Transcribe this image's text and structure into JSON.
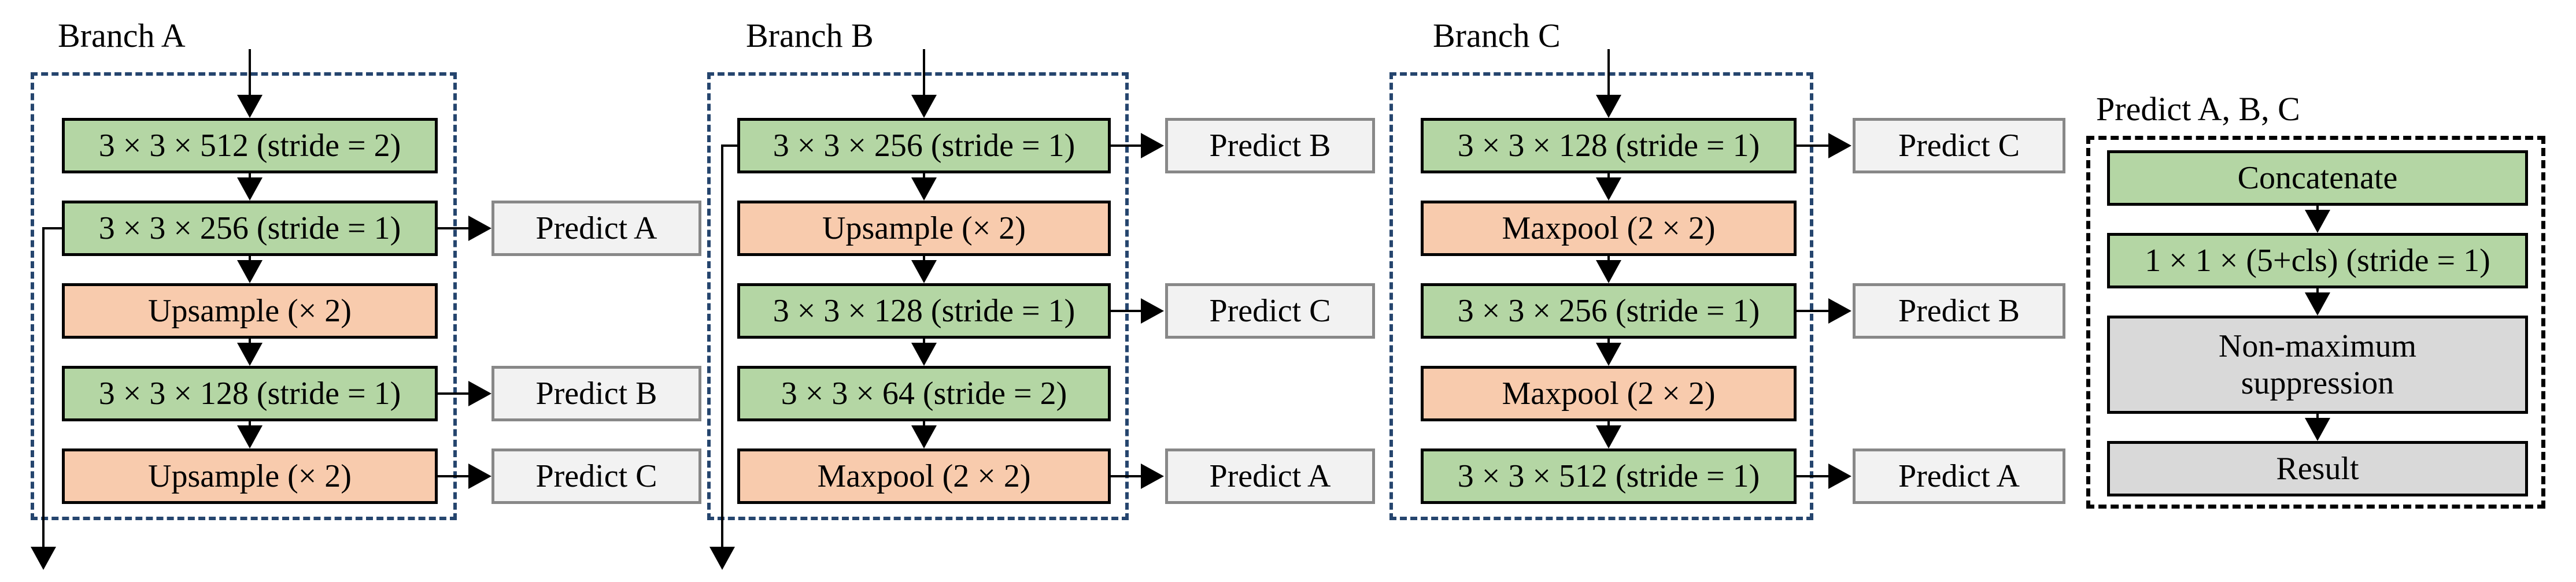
{
  "figure": {
    "branches": [
      {
        "title": "Branch A",
        "rows": [
          {
            "label": "3 × 3 × 512 (stride = 2)",
            "type": "conv"
          },
          {
            "label": "3 × 3 × 256 (stride = 1)",
            "type": "conv"
          },
          {
            "label": "Upsample (× 2)",
            "type": "upsample"
          },
          {
            "label": "3 × 3 × 128 (stride = 1)",
            "type": "conv"
          },
          {
            "label": "Upsample (× 2)",
            "type": "upsample"
          }
        ],
        "predicts": [
          {
            "label": "Predict A"
          },
          {
            "label": "Predict B"
          },
          {
            "label": "Predict C"
          }
        ]
      },
      {
        "title": "Branch B",
        "rows": [
          {
            "label": "3 × 3 × 256 (stride = 1)",
            "type": "conv"
          },
          {
            "label": "Upsample (× 2)",
            "type": "upsample"
          },
          {
            "label": "3 × 3 × 128 (stride = 1)",
            "type": "conv"
          },
          {
            "label": "3 × 3 × 64 (stride = 2)",
            "type": "conv"
          },
          {
            "label": "Maxpool (2 × 2)",
            "type": "maxpool"
          }
        ],
        "predicts": [
          {
            "label": "Predict B"
          },
          {
            "label": "Predict C"
          },
          {
            "label": "Predict A"
          }
        ]
      },
      {
        "title": "Branch C",
        "rows": [
          {
            "label": "3 × 3 × 128 (stride = 1)",
            "type": "conv"
          },
          {
            "label": "Maxpool (2 × 2)",
            "type": "maxpool"
          },
          {
            "label": "3 × 3 × 256 (stride = 1)",
            "type": "conv"
          },
          {
            "label": "Maxpool (2 × 2)",
            "type": "maxpool"
          },
          {
            "label": "3 × 3 × 512 (stride = 1)",
            "type": "conv"
          }
        ],
        "predicts": [
          {
            "label": "Predict C"
          },
          {
            "label": "Predict B"
          },
          {
            "label": "Predict A"
          }
        ]
      }
    ],
    "predict_panel": {
      "title": "Predict A, B, C",
      "rows": [
        {
          "label": "Concatenate",
          "type": "concat"
        },
        {
          "label": "1 × 1 × (5+cls) (stride = 1)",
          "type": "conv"
        },
        {
          "label": "Non-maximum suppression",
          "type": "nms"
        },
        {
          "label": "Result",
          "type": "result"
        }
      ]
    },
    "colors": {
      "conv_fill": "#b4d6a4",
      "resample_fill": "#f8cbad",
      "predict_fill": "#f2f2f2",
      "predict_border": "#888888",
      "result_fill": "#d9d9d9",
      "branch_border_blue": "#25456e",
      "panel_border_black": "#000000",
      "arrow": "#000000"
    }
  }
}
